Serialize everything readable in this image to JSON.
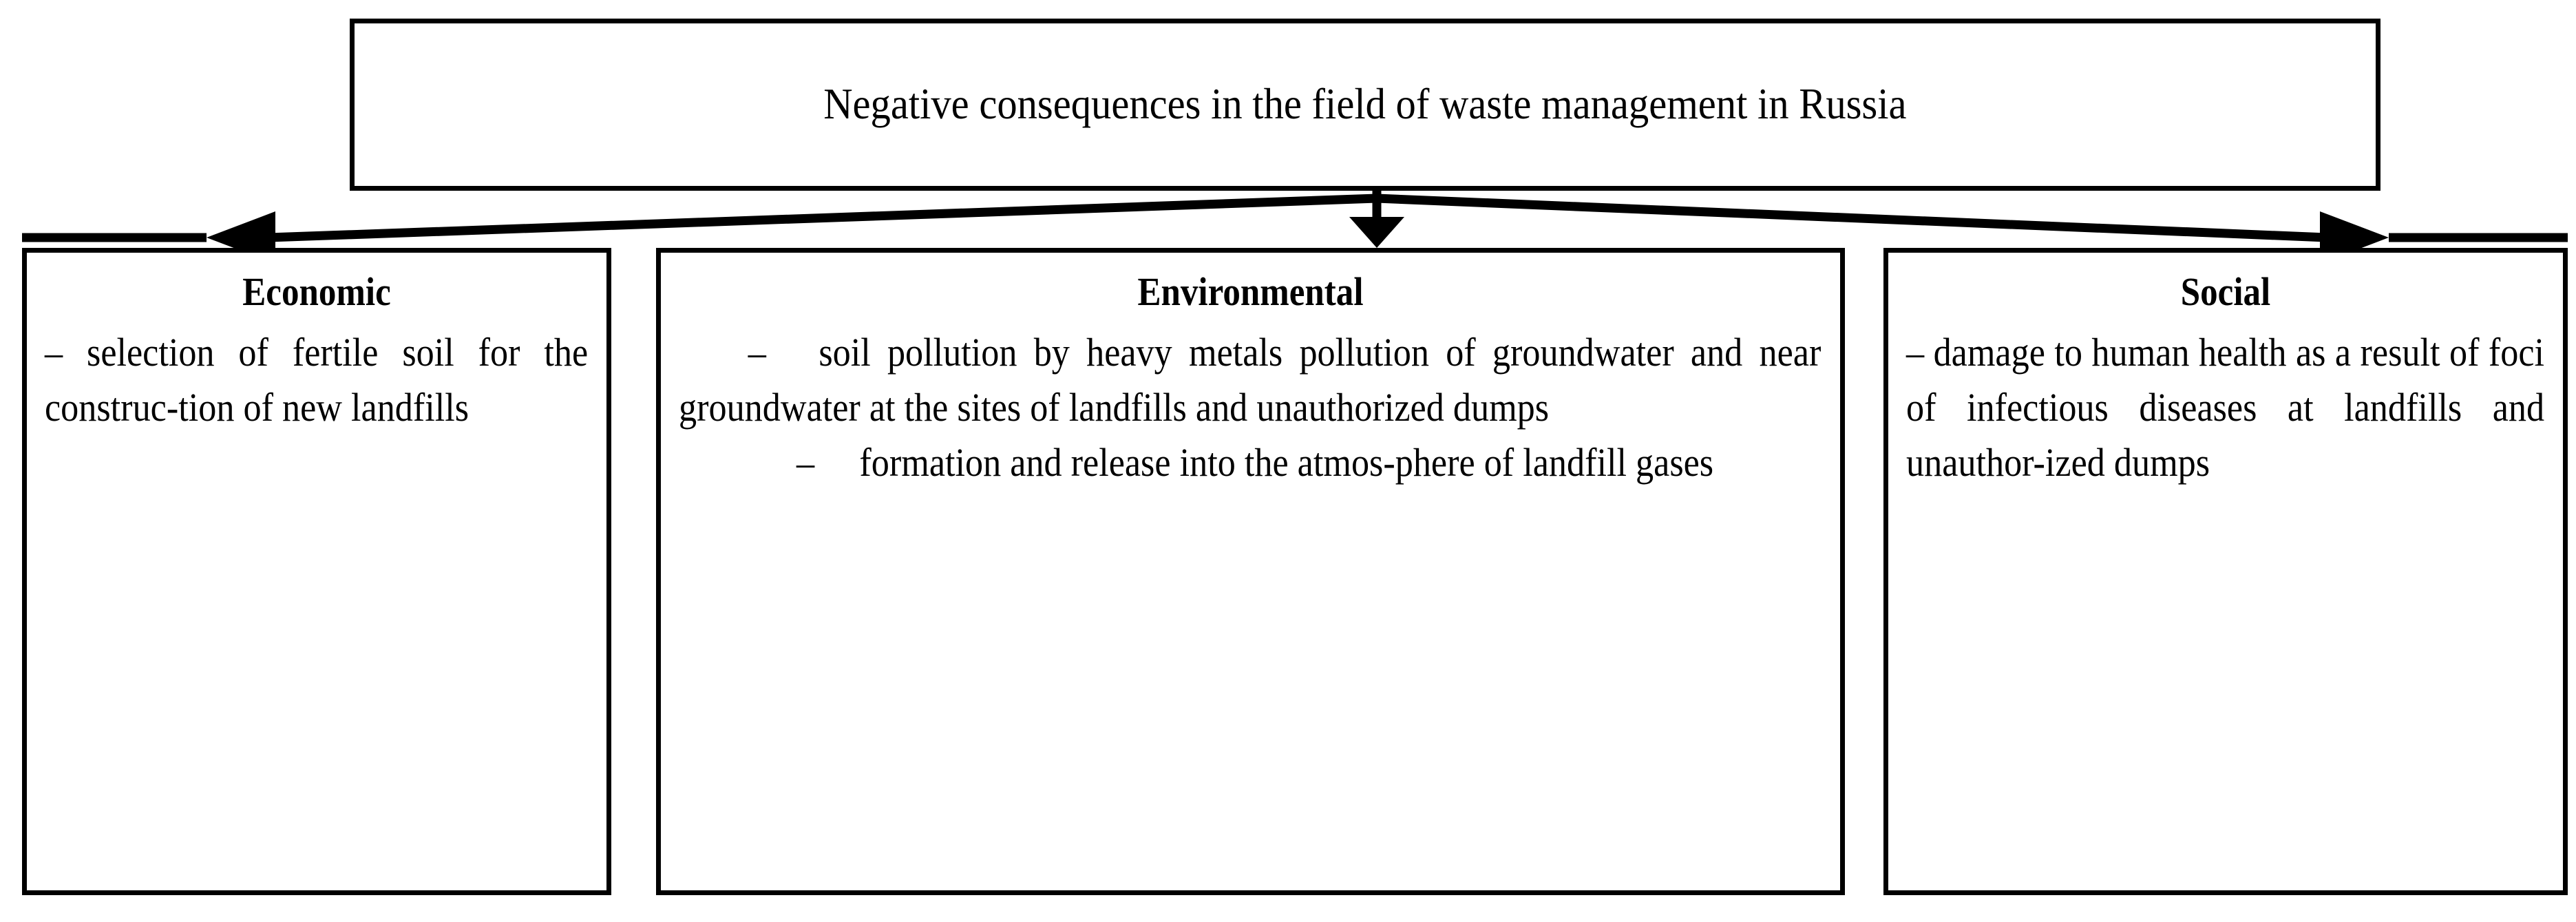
{
  "diagram": {
    "title": "Negative consequences in the field of waste management in Russia",
    "branches": [
      {
        "id": "economic",
        "heading": "Economic",
        "arrow": "arrow-left",
        "lines": [
          "–  selection of fertile soil for the construc-tion of new landfills"
        ],
        "items": [
          "– selection of fertile soil for the construction of new landfills"
        ]
      },
      {
        "id": "environmental",
        "heading": "Environmental",
        "arrow": "arrow-down",
        "lines": [
          "–  soil pollution by heavy metals pollution of groundwater and near groundwater at the sites of landfills and unauthorized dumps",
          "–  formation and release into the atmos-phere of landfill gases"
        ],
        "items": [
          "– soil pollution by heavy metals pollution of groundwater and near groundwater at the sites of landfills and unauthorized dumps",
          "– formation and release into the atmosphere of landfill gases"
        ]
      },
      {
        "id": "social",
        "heading": "Social",
        "arrow": "arrow-right",
        "lines": [
          "–  damage to human health as a result of foci of infectious diseases at landfills and unauthor-ized dumps"
        ],
        "items": [
          "– damage to human health as a result of foci of infectious diseases at landfills and unauthorized dumps"
        ]
      }
    ],
    "colors": {
      "stroke": "#000000",
      "fill": "#ffffff",
      "text": "#000000"
    }
  }
}
